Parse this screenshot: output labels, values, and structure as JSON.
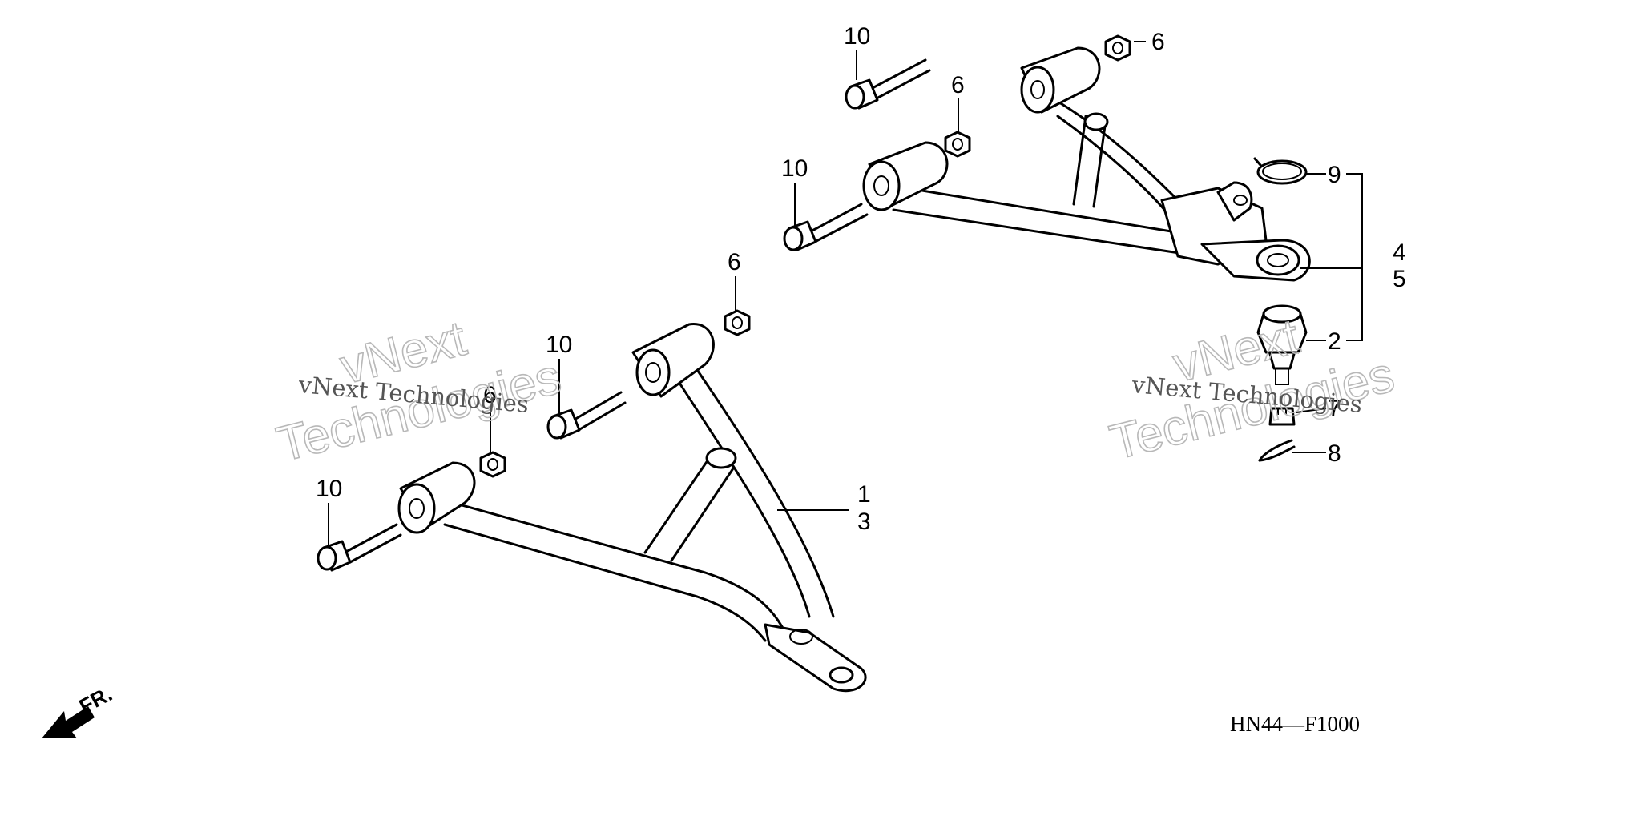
{
  "diagram": {
    "callouts": [
      "1",
      "2",
      "3",
      "4",
      "5",
      "6",
      "7",
      "8",
      "9",
      "10"
    ],
    "watermark": {
      "line1": "vNext",
      "line2": "Technologies",
      "small": "vNext Technologies"
    },
    "direction_label": "FR.",
    "diagram_code": "HN44—F1000"
  }
}
